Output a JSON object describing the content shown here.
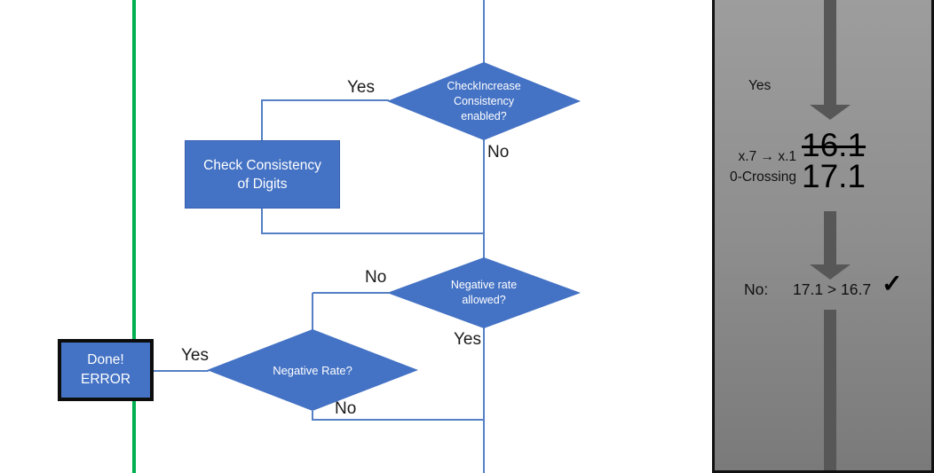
{
  "colors": {
    "shape_blue": "#4472C4",
    "connector_blue": "#5580c5",
    "green_line": "#00B050",
    "arrow_gray": "#575757"
  },
  "flowchart": {
    "decision_check_increase": {
      "label": "CheckIncrease\nConsistency\nenabled?",
      "yes_label": "Yes",
      "no_label": "No"
    },
    "process_check_consistency": {
      "label": "Check Consistency\nof Digits"
    },
    "decision_negative_allowed": {
      "label": "Negative rate\nallowed?",
      "no_label": "No",
      "yes_label": "Yes"
    },
    "decision_negative_rate": {
      "label": "Negative Rate?",
      "yes_label": "Yes",
      "no_label": "No"
    },
    "terminator_done_error": {
      "label": "Done!\nERROR"
    }
  },
  "side_panel": {
    "yes_label": "Yes",
    "rule_line1": "x.7 → x.1",
    "rule_line2": "0-Crossing",
    "old_value": "16.1",
    "new_value": "17.1",
    "result_label": "No:",
    "comparison": "17.1 > 16.7",
    "checkmark": "✓"
  }
}
